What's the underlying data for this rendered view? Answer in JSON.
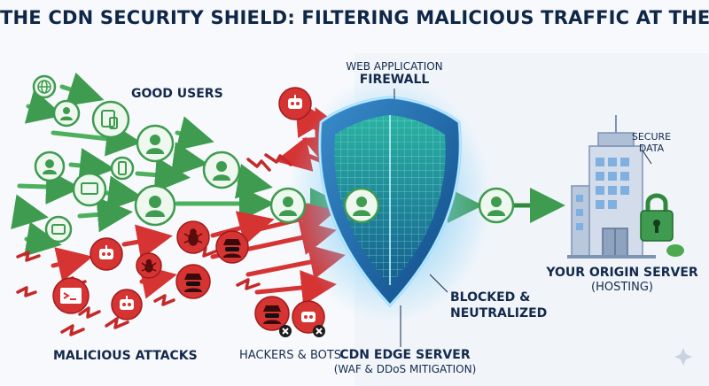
{
  "title": "THE CDN SECURITY SHIELD: FILTERING MALICIOUS TRAFFIC AT THE EDGE",
  "labels": {
    "good_users": "GOOD USERS",
    "waf_line1": "WEB APPLICATION",
    "waf_line2": "FIREWALL",
    "secure_line1": "SECURE",
    "secure_line2": "DATA",
    "origin_title": "YOUR ORIGIN SERVER",
    "origin_sub": "(HOSTING)",
    "blocked_line1": "BLOCKED &",
    "blocked_line2": "NEUTRALIZED",
    "malicious_attacks": "MALICIOUS ATTACKS",
    "hackers_bots": "HACKERS & BOTS",
    "edge_title": "CDN EDGE SERVER",
    "edge_sub": "(WAF & DDoS MITIGATION)"
  },
  "colors": {
    "good": "#3e9b4f",
    "good_fill": "#e6f4e6",
    "bad": "#d63333",
    "bad_dark": "#b02020",
    "shield": "#2a6fb0",
    "shield_glow": "#6ec6f5",
    "title": "#0f2747",
    "building": "#9fb3cc"
  },
  "icons": {
    "good_user": "person-icon",
    "device": "device-icon",
    "globe": "globe-icon",
    "bot": "bot-icon",
    "bug": "bug-icon",
    "hacker": "hacker-icon",
    "terminal": "terminal-icon",
    "shield": "shield-icon",
    "server": "server-building-icon",
    "lock": "padlock-icon"
  }
}
